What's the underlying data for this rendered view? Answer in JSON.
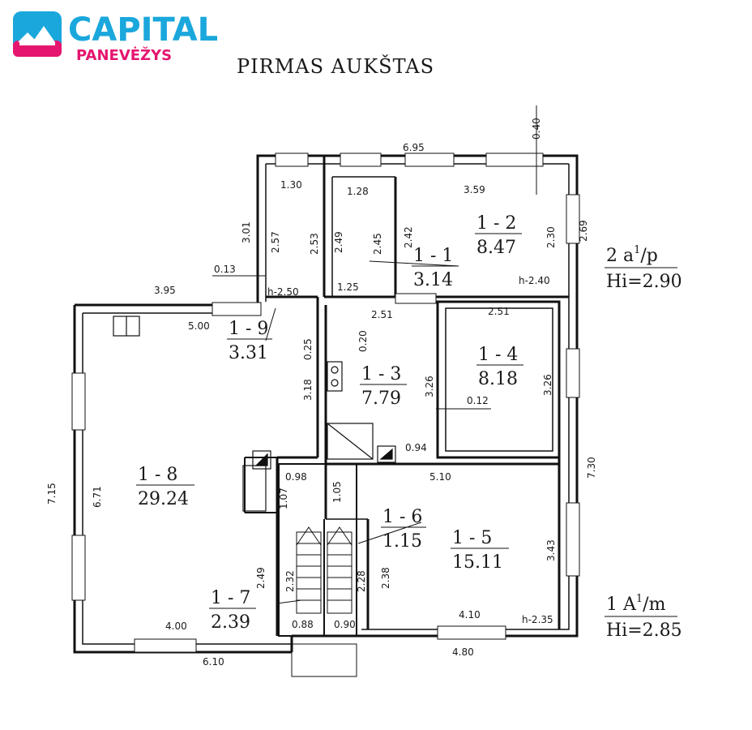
{
  "logo": {
    "brand": "CAPITAL",
    "city": "PANEVĖŽYS",
    "colors": {
      "blue": "#1aa7dc",
      "pink": "#e5166f"
    }
  },
  "title": "PIRMAS AUKŠTAS",
  "rooms": [
    {
      "id": "1 - 1",
      "area": "3.14"
    },
    {
      "id": "1 - 2",
      "area": "8.47"
    },
    {
      "id": "1 - 3",
      "area": "7.79"
    },
    {
      "id": "1 - 4",
      "area": "8.18"
    },
    {
      "id": "1 - 5",
      "area": "15.11"
    },
    {
      "id": "1 - 6",
      "area": "1.15"
    },
    {
      "id": "1 - 7",
      "area": "2.39"
    },
    {
      "id": "1 - 8",
      "area": "29.24"
    },
    {
      "id": "1 - 9",
      "area": "3.31"
    }
  ],
  "legend": {
    "upper": {
      "code": "2 a",
      "sup": "1",
      "suffix": "/p",
      "height": "Hi=2.90"
    },
    "lower": {
      "code": "1 A",
      "sup": "1",
      "suffix": "/m",
      "height": "Hi=2.85"
    }
  },
  "heights": {
    "h240": "h-2.40",
    "h250": "h-2.50",
    "h235": "h-2.35"
  },
  "dimensions": {
    "d695": "6.95",
    "d040": "0.40",
    "d130": "1.30",
    "d128": "1.28",
    "d359": "3.59",
    "d269": "2.69",
    "d230": "2.30",
    "d301": "3.01",
    "d257": "2.57",
    "d253": "2.53",
    "d249a": "2.49",
    "d245": "2.45",
    "d242": "2.42",
    "d013": "0.13",
    "d395": "3.95",
    "d125": "1.25",
    "d251a": "2.51",
    "d251b": "2.51",
    "d500": "5.00",
    "d025": "0.25",
    "d020": "0.20",
    "d318": "3.18",
    "d326a": "3.26",
    "d326b": "3.26",
    "d012": "0.12",
    "d715": "7.15",
    "d671": "6.71",
    "d094": "0.94",
    "d510": "5.10",
    "d730": "7.30",
    "d098": "0.98",
    "d107": "1.07",
    "d105": "1.05",
    "d343": "3.43",
    "d249b": "2.49",
    "d232": "2.32",
    "d228": "2.28",
    "d238": "2.38",
    "d400": "4.00",
    "d088": "0.88",
    "d090": "0.90",
    "d410": "4.10",
    "d610": "6.10",
    "d480": "4.80"
  }
}
